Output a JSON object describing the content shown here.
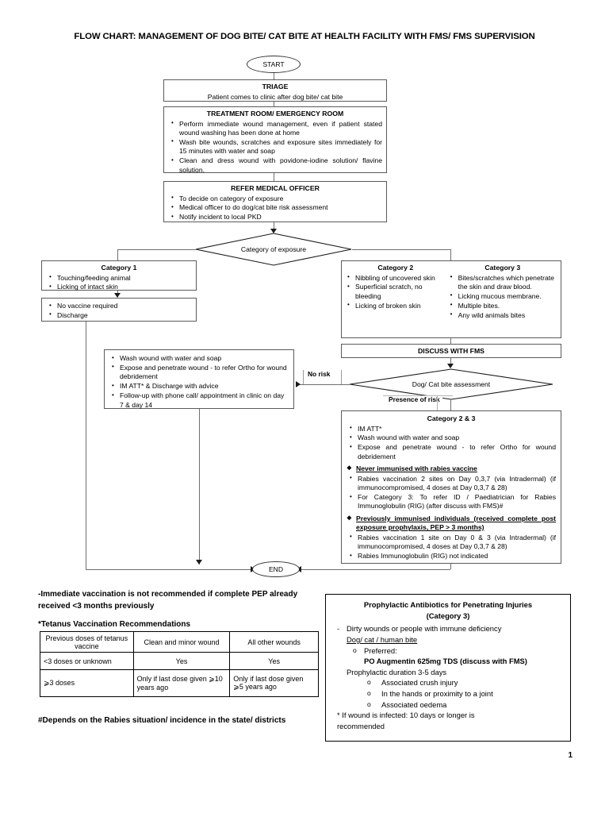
{
  "document": {
    "title": "FLOW CHART: MANAGEMENT OF DOG BITE/ CAT BITE AT HEALTH FACILITY WITH FMS/ FMS SUPERVISION",
    "page_number": "1"
  },
  "nodes": {
    "start": {
      "label": "START"
    },
    "end": {
      "label": "END"
    },
    "triage": {
      "heading": "TRIAGE",
      "text": "Patient comes to clinic after dog bite/ cat bite"
    },
    "treatment_room": {
      "heading": "TREATMENT ROOM/ EMERGENCY ROOM",
      "items": [
        "Perform immediate wound management, even if patient stated wound washing has been done at home",
        "Wash bite wounds, scratches and exposure sites immediately for 15 minutes with water and soap",
        "Clean and dress wound with povidone-iodine solution/ flavine solution."
      ]
    },
    "refer_medical_officer": {
      "heading": "REFER MEDICAL OFFICER",
      "items": [
        "To decide on category of exposure",
        "Medical officer to do dog/cat bite risk assessment",
        "Notify incident to local PKD"
      ]
    },
    "category_of_exposure": {
      "label": "Category of exposure"
    },
    "category1": {
      "heading": "Category 1",
      "items": [
        "Touching/feeding animal",
        "Licking of intact skin"
      ]
    },
    "category1_action": {
      "items": [
        "No vaccine required",
        "Discharge"
      ]
    },
    "category2": {
      "heading": "Category 2",
      "items": [
        "Nibbling of uncovered skin",
        "Superficial scratch, no bleeding",
        "Licking of broken skin"
      ]
    },
    "category3": {
      "heading": "Category 3",
      "items": [
        "Bites/scratches which penetrate the skin and draw blood.",
        "Licking mucous membrane.",
        "Multiple bites.",
        "Any wild animals bites"
      ]
    },
    "discuss_with_fms": {
      "label": "DISCUSS WITH FMS"
    },
    "bite_assessment": {
      "label": "Dog/ Cat bite assessment"
    },
    "no_risk_edge": {
      "label": "No risk"
    },
    "presence_of_risk_edge": {
      "label": "Presence of risk"
    },
    "no_risk_action": {
      "items": [
        "Wash wound with water and soap",
        "Expose and penetrate wound - to refer Ortho for wound debridement",
        "IM ATT* & Discharge with advice",
        "Follow-up with phone call/ appointment in clinic on day 7 & day 14"
      ]
    },
    "cat23_action": {
      "heading": "Category 2 & 3",
      "items": [
        "IM ATT*",
        "Wash wound with water and soap",
        "Expose and penetrate wound - to refer Ortho for wound debridement"
      ],
      "group1_heading": "Never immunised with rabies vaccine",
      "group1_items": [
        "Rabies vaccination 2 sites on Day 0,3,7 (via Intradermal) (if immunocompromised, 4 doses at Day 0,3,7 & 28)",
        "For Category 3: To refer ID / Paediatrician for Rabies Immunoglobulin (RIG) (after discuss with FMS)#"
      ],
      "group2_heading": "Previously immunised individuals (received complete post exposure prophylaxis, PEP > 3 months)",
      "group2_items": [
        "Rabies vaccination 1 site on Day 0 & 3 (via Intradermal) (if immunocompromised, 4 doses at Day 0,3,7 & 28)",
        "Rabies Immunoglobulin (RIG) not indicated"
      ]
    }
  },
  "notes": {
    "immediate_vaccination": "-Immediate vaccination is not recommended if complete PEP already received <3 months previously",
    "tetanus_heading": "*Tetanus Vaccination Recommendations",
    "footnote_hash": "#Depends on the Rabies situation/ incidence in the state/ districts"
  },
  "tetanus_table": {
    "headers": [
      "Previous doses of tetanus vaccine",
      "Clean and minor wound",
      "All other wounds"
    ],
    "rows": [
      [
        "<3 doses or unknown",
        "Yes",
        "Yes"
      ],
      [
        "⩾3 doses",
        "Only if last dose given ⩾10 years ago",
        "Only if last dose given ⩾5 years ago"
      ]
    ]
  },
  "antibiotics_panel": {
    "title_line1": "Prophylactic Antibiotics for Penetrating Injuries",
    "title_line2": "(Category 3)",
    "bullet": "Dirty wounds or people with immune deficiency",
    "subheading": "Dog/ cat / human bite",
    "preferred_label": "Preferred:",
    "preferred_drug": "PO Augmentin 625mg TDS (discuss with FMS)",
    "duration": "Prophylactic duration 3-5 days",
    "indications": [
      "Associated crush injury",
      "In the hands or proximity to a joint",
      "Associated oedema"
    ],
    "footer_line1": "* If wound is infected: 10 days or longer is",
    "footer_line2": "recommended"
  }
}
